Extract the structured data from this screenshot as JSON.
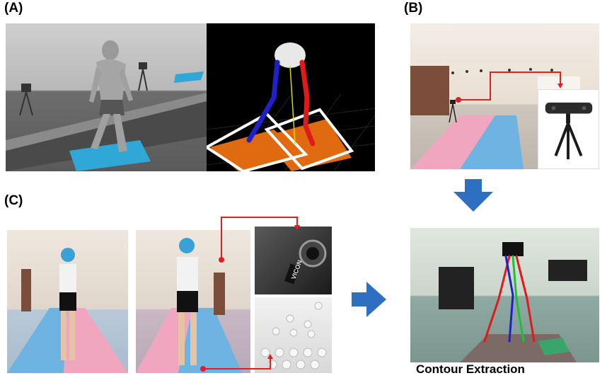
{
  "panels": {
    "a": {
      "label": "(A)"
    },
    "b": {
      "label": "(B)"
    },
    "c": {
      "label": "(C)"
    },
    "contour": {
      "caption": "Contour Extraction"
    }
  },
  "camera_brand_text": "VICON",
  "colors": {
    "arrow_blue": "#2f6fc2",
    "connector_red": "#e02020",
    "force_plate_blue": "#2fa8d8",
    "force_plate_orange": "#e06a10",
    "left_leg_blue": "#2020c8",
    "right_leg_red": "#e01a1a",
    "walkway_blue": "#6fb3e3",
    "walkway_pink": "#f1a6bf"
  },
  "icons": [
    "right-arrow-icon",
    "down-arrow-icon"
  ]
}
